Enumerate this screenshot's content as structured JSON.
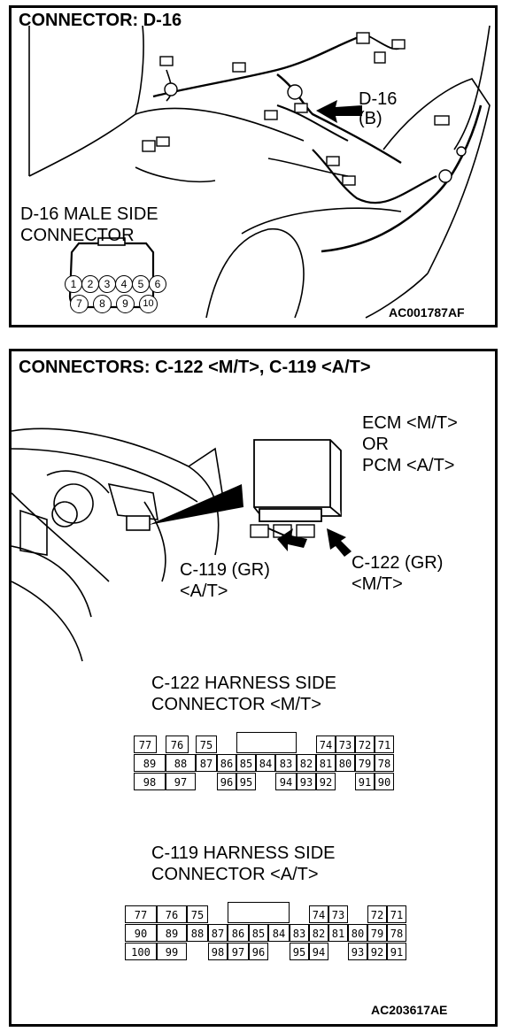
{
  "top_panel": {
    "title": "CONNECTOR: D-16",
    "callout": [
      "D-16",
      "(B)"
    ],
    "connector_label": [
      "D-16 MALE SIDE",
      "CONNECTOR"
    ],
    "pins": [
      "1",
      "2",
      "3",
      "4",
      "5",
      "6",
      "7",
      "8",
      "9",
      "10"
    ],
    "code": "AC001787AF"
  },
  "bottom_panel": {
    "title": "CONNECTORS: C-122 <M/T>, C-119 <A/T>",
    "ecm_label": [
      "ECM <M/T>",
      "OR",
      "PCM <A/T>"
    ],
    "c119_callout": [
      "C-119 (GR)",
      "<A/T>"
    ],
    "c122_callout": [
      "C-122 (GR)",
      "<M/T>"
    ],
    "c122_label": [
      "C-122 HARNESS SIDE",
      "CONNECTOR <M/T>"
    ],
    "c119_label": [
      "C-119 HARNESS SIDE",
      "CONNECTOR <A/T>"
    ],
    "c122_pins": {
      "row1": [
        "77",
        "76",
        "75",
        "74",
        "73",
        "72",
        "71"
      ],
      "row2": [
        "89",
        "88",
        "87",
        "86",
        "85",
        "84",
        "83",
        "82",
        "81",
        "80",
        "79",
        "78"
      ],
      "row3": [
        "98",
        "97",
        "96",
        "95",
        "94",
        "93",
        "92",
        "91",
        "90"
      ]
    },
    "c119_pins": {
      "row1": [
        "77",
        "76",
        "75",
        "74",
        "73",
        "72",
        "71"
      ],
      "row2": [
        "90",
        "89",
        "88",
        "87",
        "86",
        "85",
        "84",
        "83",
        "82",
        "81",
        "80",
        "79",
        "78"
      ],
      "row3": [
        "100",
        "99",
        "98",
        "97",
        "96",
        "95",
        "94",
        "93",
        "92",
        "91"
      ]
    },
    "code": "AC203617AE"
  }
}
